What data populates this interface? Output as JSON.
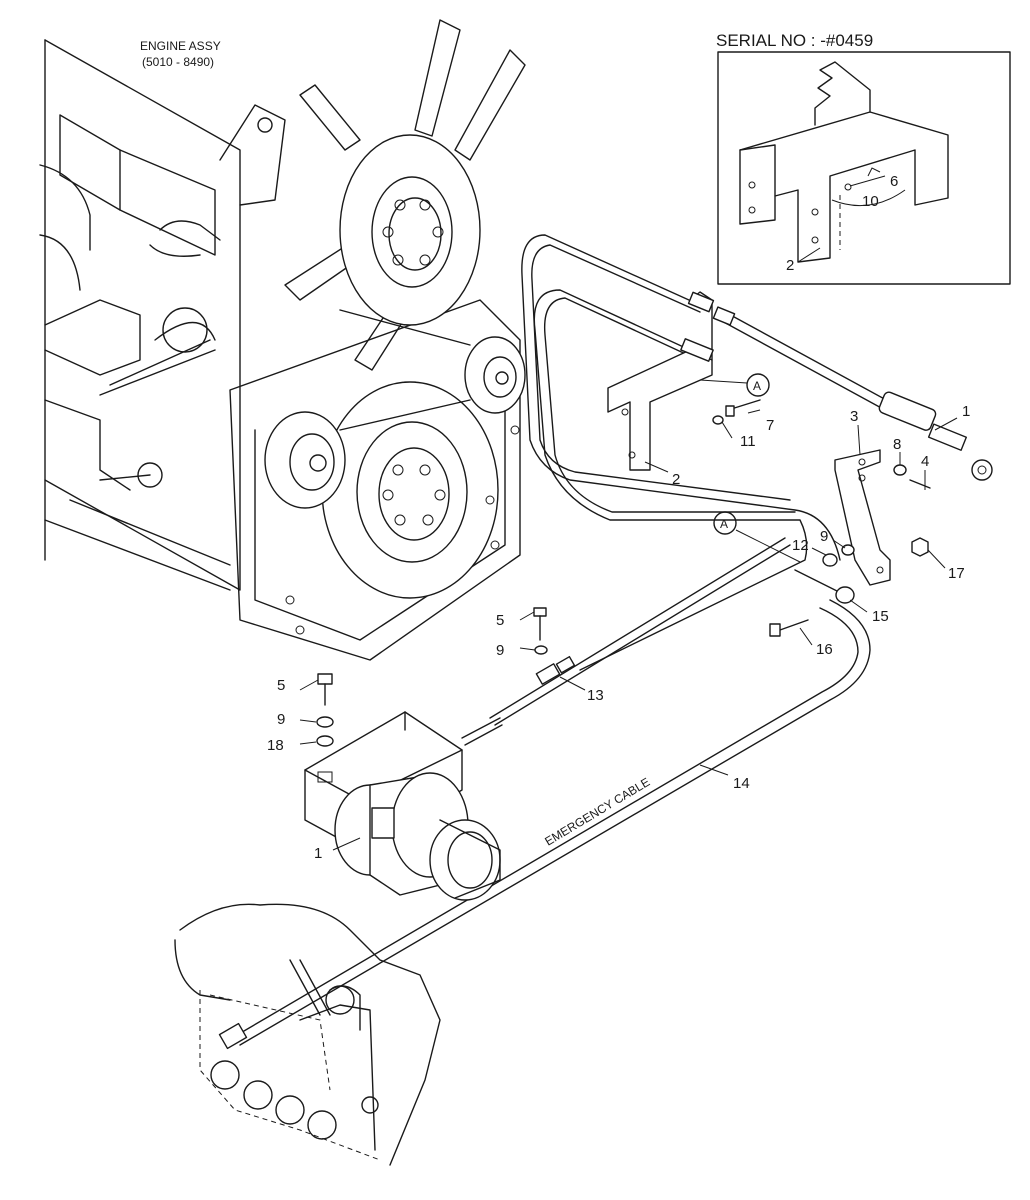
{
  "engine": {
    "title": "ENGINE ASSY",
    "range": "(5010 - 8490)"
  },
  "inset": {
    "serial": "SERIAL NO : -#0459",
    "callouts": [
      "6",
      "10",
      "2"
    ]
  },
  "reference_marker": "A",
  "cable_label": "EMERGENCY CABLE",
  "callouts": {
    "c1_top": "1",
    "c1_motor": "1",
    "c2": "2",
    "c3": "3",
    "c4": "4",
    "c5_upper": "5",
    "c5_lower": "5",
    "c7": "7",
    "c8": "8",
    "c9_right": "9",
    "c9_mid": "9",
    "c9_lower": "9",
    "c11": "11",
    "c12": "12",
    "c13": "13",
    "c14": "14",
    "c15": "15",
    "c16": "16",
    "c17": "17",
    "c18": "18"
  }
}
